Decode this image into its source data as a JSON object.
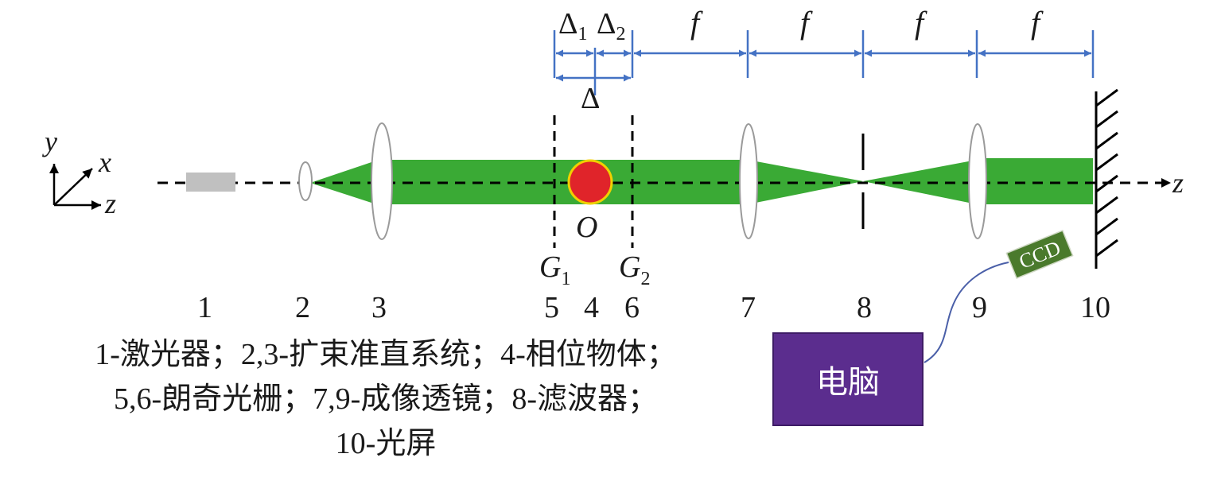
{
  "dimensions": {
    "delta1": "Δ",
    "delta1_sub": "1",
    "delta2": "Δ",
    "delta2_sub": "2",
    "delta": "Δ",
    "focal": [
      "f",
      "f",
      "f",
      "f"
    ]
  },
  "axes": {
    "y": "y",
    "x": "x",
    "z_local": "z",
    "z_optical": "z"
  },
  "object_label": "O",
  "gratings": {
    "g1": "G",
    "g1_sub": "1",
    "g2": "G",
    "g2_sub": "2"
  },
  "component_numbers": [
    "1",
    "2",
    "3",
    "5",
    "4",
    "6",
    "7",
    "8",
    "9",
    "10"
  ],
  "ccd_label": "CCD",
  "computer_label": "电脑",
  "legend_lines": [
    "1-激光器；2,3-扩束准直系统；4-相位物体；",
    "5,6-朗奇光栅；7,9-成像透镜；8-滤波器；",
    "10-光屏"
  ],
  "colors": {
    "beam": "#3aaa35",
    "object": "#e0242a",
    "object_rim": "#f1d000",
    "dimension_line": "#4472c4",
    "laser": "#c0c0c0",
    "ccd": "#4a7a2c",
    "computer": "#5b2d8e"
  }
}
